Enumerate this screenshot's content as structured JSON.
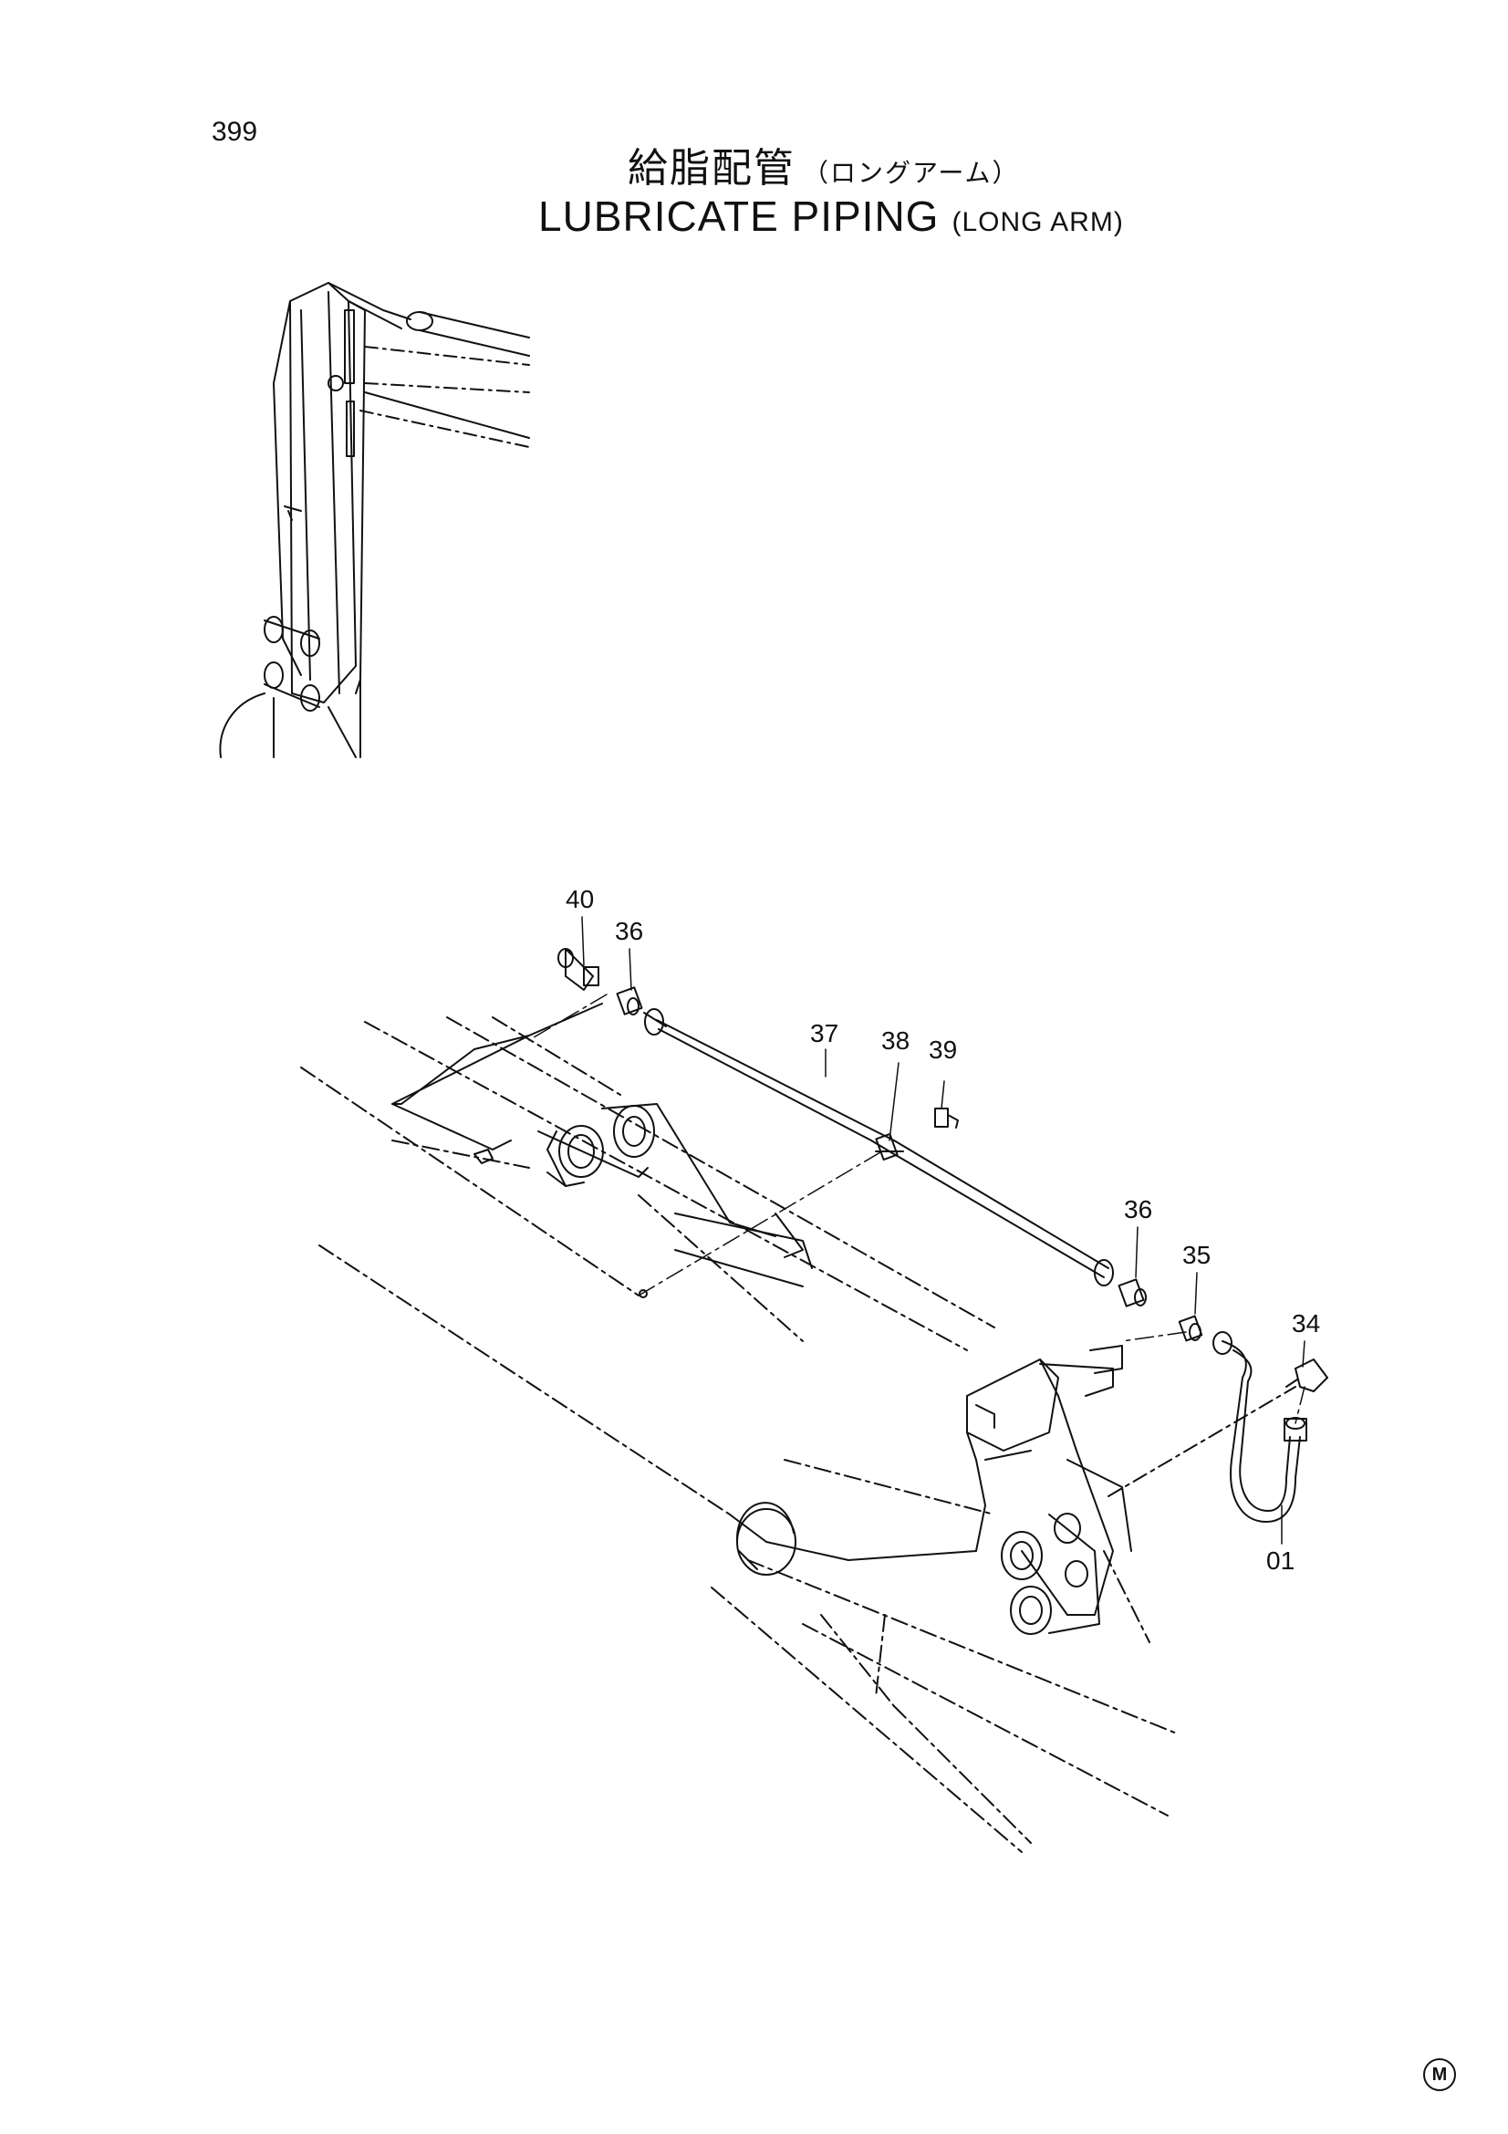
{
  "page_number": "399",
  "title_jp": "給脂配管",
  "title_jp_sub": "（ロングアーム）",
  "title_en": "LUBRICATE PIPING",
  "title_en_sub": "(LONG ARM)",
  "callouts": {
    "p40": "40",
    "p36a": "36",
    "p37": "37",
    "p38": "38",
    "p39": "39",
    "p36b": "36",
    "p35": "35",
    "p34": "34",
    "p01": "01"
  },
  "corner_mark": "M"
}
